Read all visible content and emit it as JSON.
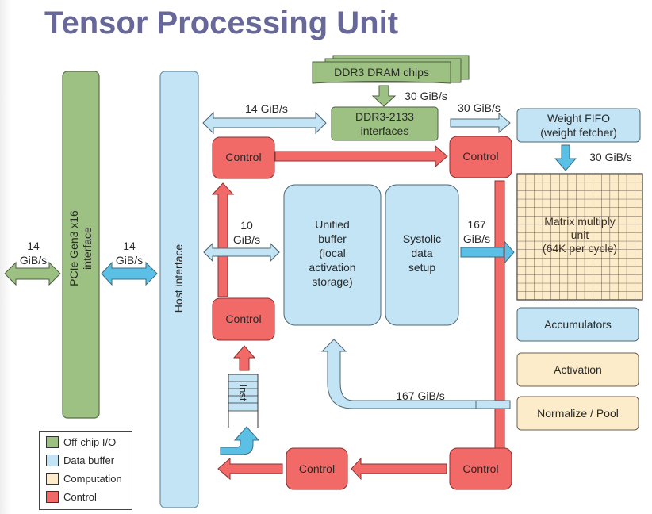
{
  "title": "Tensor Processing Unit",
  "colors": {
    "off_chip_io": "#9dc183",
    "data_buffer": "#c3e4f5",
    "computation": "#fcecc9",
    "control": "#f26a68",
    "title": "#67679a",
    "arrow_blue": "#5bc0e6"
  },
  "blocks": {
    "pcie": "PCIe Gen3 x16\ninterface",
    "pcie_line1": "PCIe Gen3 x16",
    "pcie_line2": "interface",
    "host_interface": "Host interface",
    "ddr3_chips": "DDR3 DRAM chips",
    "ddr3_iface_line1": "DDR3-2133",
    "ddr3_iface_line2": "interfaces",
    "weight_fifo_line1": "Weight FIFO",
    "weight_fifo_line2": "(weight fetcher)",
    "unified_buffer": [
      "Unified",
      "buffer",
      "(local",
      "activation",
      "storage)"
    ],
    "systolic": [
      "Systolic",
      "data",
      "setup"
    ],
    "matrix_unit": [
      "Matrix multiply",
      "unit",
      "(64K per cycle)"
    ],
    "accumulators": "Accumulators",
    "activation": "Activation",
    "normalize_pool": "Normalize / Pool",
    "control": "Control",
    "inst": "Inst"
  },
  "bandwidths": {
    "external": [
      "14",
      "GiB/s"
    ],
    "pcie_host": [
      "14",
      "GiB/s"
    ],
    "host_ddr": "14 GiB/s",
    "dram_to_iface": "30 GiB/s",
    "iface_to_fifo": "30 GiB/s",
    "fifo_to_matrix": "30 GiB/s",
    "host_ub": [
      "10",
      "GiB/s"
    ],
    "systolic_matrix": [
      "167",
      "GiB/s"
    ],
    "pool_to_ub": "167 GiB/s"
  },
  "legend": [
    {
      "label": "Off-chip I/O",
      "color": "#9dc183"
    },
    {
      "label": "Data buffer",
      "color": "#c3e4f5"
    },
    {
      "label": "Computation",
      "color": "#fcecc9"
    },
    {
      "label": "Control",
      "color": "#f26a68"
    }
  ]
}
